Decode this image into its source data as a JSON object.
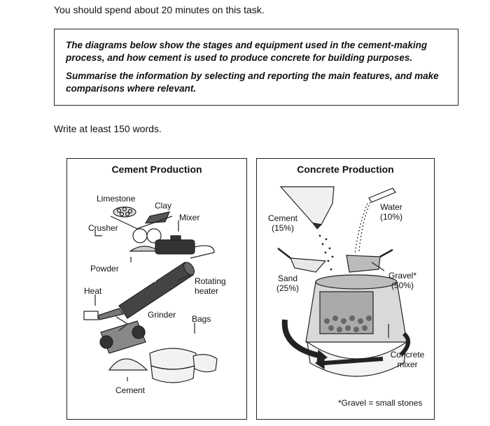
{
  "intro": "You should spend about 20 minutes on this task.",
  "task": {
    "paragraph1": "The diagrams below show the stages and equipment used in the cement-making process, and how cement is used to produce concrete for building purposes.",
    "paragraph2": "Summarise the information by selecting and reporting the main features, and make comparisons where relevant."
  },
  "words_instruction": "Write at least 150 words.",
  "cement_diagram": {
    "title": "Cement Production",
    "labels": {
      "limestone": "Limestone",
      "clay": "Clay",
      "mixer": "Mixer",
      "crusher": "Crusher",
      "powder": "Powder",
      "rotating_heater_line1": "Rotating",
      "rotating_heater_line2": "heater",
      "heat": "Heat",
      "grinder": "Grinder",
      "bags": "Bags",
      "cement": "Cement"
    }
  },
  "concrete_diagram": {
    "title": "Concrete Production",
    "labels": {
      "cement": "Cement",
      "cement_pct": "(15%)",
      "water": "Water",
      "water_pct": "(10%)",
      "sand": "Sand",
      "sand_pct": "(25%)",
      "gravel": "Gravel*",
      "gravel_pct": "(50%)",
      "concrete_mixer_line1": "Concrete",
      "concrete_mixer_line2": "mixer",
      "footnote": "*Gravel = small stones"
    }
  }
}
